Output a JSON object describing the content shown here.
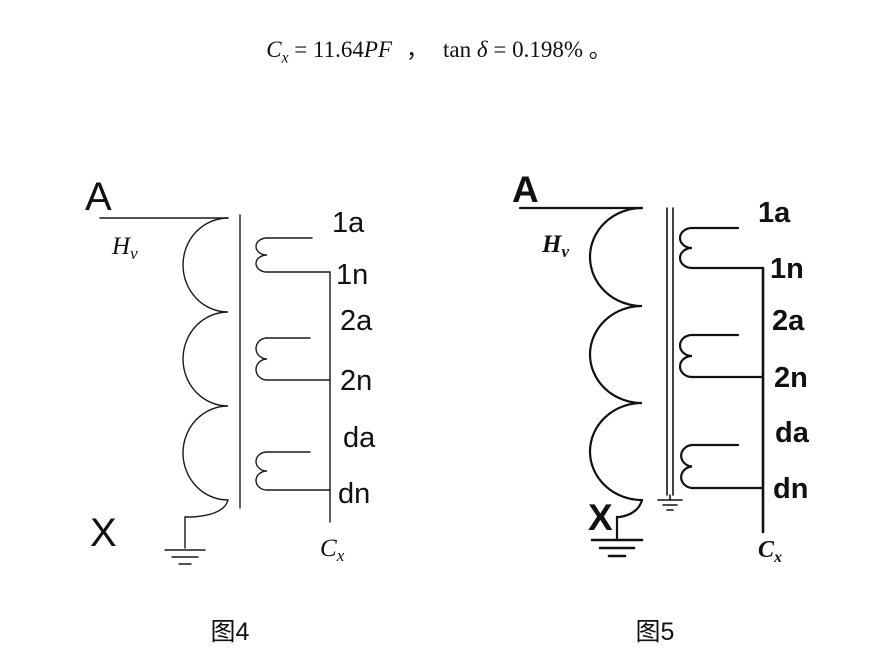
{
  "colors": {
    "ink": "#111111",
    "background": "#ffffff"
  },
  "formula": {
    "c": "C",
    "c_sub": "x",
    "eq1": " = 11.64",
    "pf": "PF",
    "comma": "，",
    "tan": "tan",
    "delta": "δ",
    "eq2": " = 0.198%",
    "period": "。"
  },
  "figure4": {
    "terminal_a": "A",
    "hv_main": "H",
    "hv_sub": "v",
    "terminal_x": "X",
    "taps": {
      "t1a": "1a",
      "t1n": "1n",
      "t2a": "2a",
      "t2n": "2n",
      "tda": "da",
      "tdn": "dn"
    },
    "cx_main": "C",
    "cx_sub": "x",
    "caption": "图4"
  },
  "figure5": {
    "terminal_a": "A",
    "hv_main": "H",
    "hv_sub": "v",
    "terminal_x": "X",
    "taps": {
      "t1a": "1a",
      "t1n": "1n",
      "t2a": "2a",
      "t2n": "2n",
      "tda": "da",
      "tdn": "dn"
    },
    "cx_main": "C",
    "cx_sub": "x",
    "caption": "图5"
  }
}
